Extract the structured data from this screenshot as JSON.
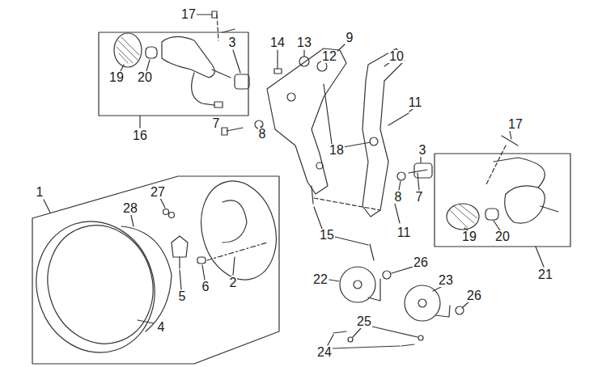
{
  "diagram": {
    "labels": [
      "17",
      "19",
      "20",
      "3",
      "14",
      "13",
      "12",
      "9",
      "10",
      "11",
      "7",
      "8",
      "18",
      "16",
      "3",
      "17",
      "8",
      "7",
      "19",
      "20",
      "21",
      "1",
      "27",
      "28",
      "15",
      "11",
      "26",
      "22",
      "23",
      "2",
      "5",
      "6",
      "26",
      "4",
      "25",
      "24"
    ]
  }
}
